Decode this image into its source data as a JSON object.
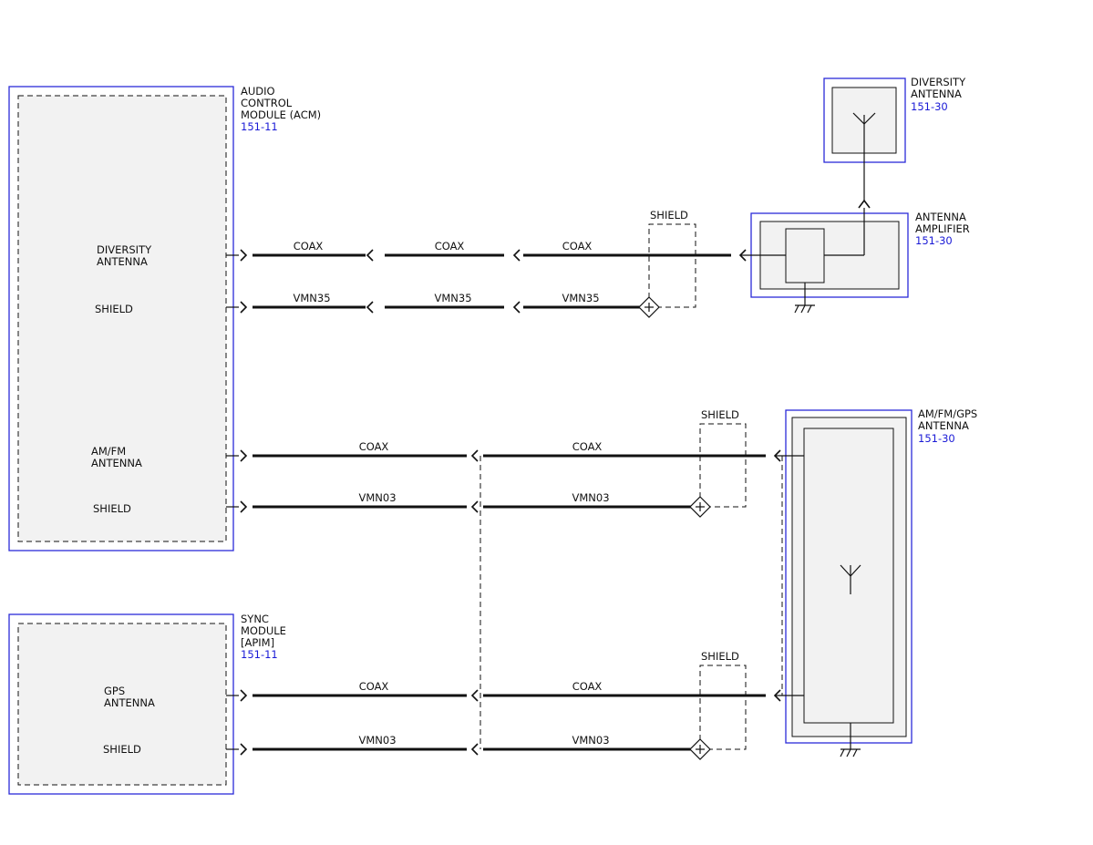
{
  "components": {
    "acm": {
      "name": [
        "AUDIO",
        "CONTROL",
        "MODULE (ACM)"
      ],
      "ref": "151-11"
    },
    "sync": {
      "name": [
        "SYNC",
        "MODULE",
        "[APIM]"
      ],
      "ref": "151-11"
    },
    "diversity_antenna": {
      "name": [
        "DIVERSITY",
        "ANTENNA"
      ],
      "ref": "151-30"
    },
    "antenna_amplifier": {
      "name": [
        "ANTENNA",
        "AMPLIFIER"
      ],
      "ref": "151-30"
    },
    "amfmgps_antenna": {
      "name": [
        "AM/FM/GPS",
        "ANTENNA"
      ],
      "ref": "151-30"
    }
  },
  "pins": {
    "acm_diversity": [
      "DIVERSITY",
      "ANTENNA"
    ],
    "acm_shield_1": "SHIELD",
    "acm_amfm": [
      "AM/FM",
      "ANTENNA"
    ],
    "acm_shield_2": "SHIELD",
    "sync_gps": [
      "GPS",
      "ANTENNA"
    ],
    "sync_shield": "SHIELD"
  },
  "wires": {
    "diversity_coax": [
      "COAX",
      "COAX",
      "COAX"
    ],
    "diversity_shield": [
      "VMN35",
      "VMN35",
      "VMN35"
    ],
    "amfm_coax": [
      "COAX",
      "COAX"
    ],
    "amfm_shield": [
      "VMN03",
      "VMN03"
    ],
    "gps_coax": [
      "COAX",
      "COAX"
    ],
    "gps_shield": [
      "VMN03",
      "VMN03"
    ]
  },
  "shield_labels": [
    "SHIELD",
    "SHIELD",
    "SHIELD"
  ]
}
